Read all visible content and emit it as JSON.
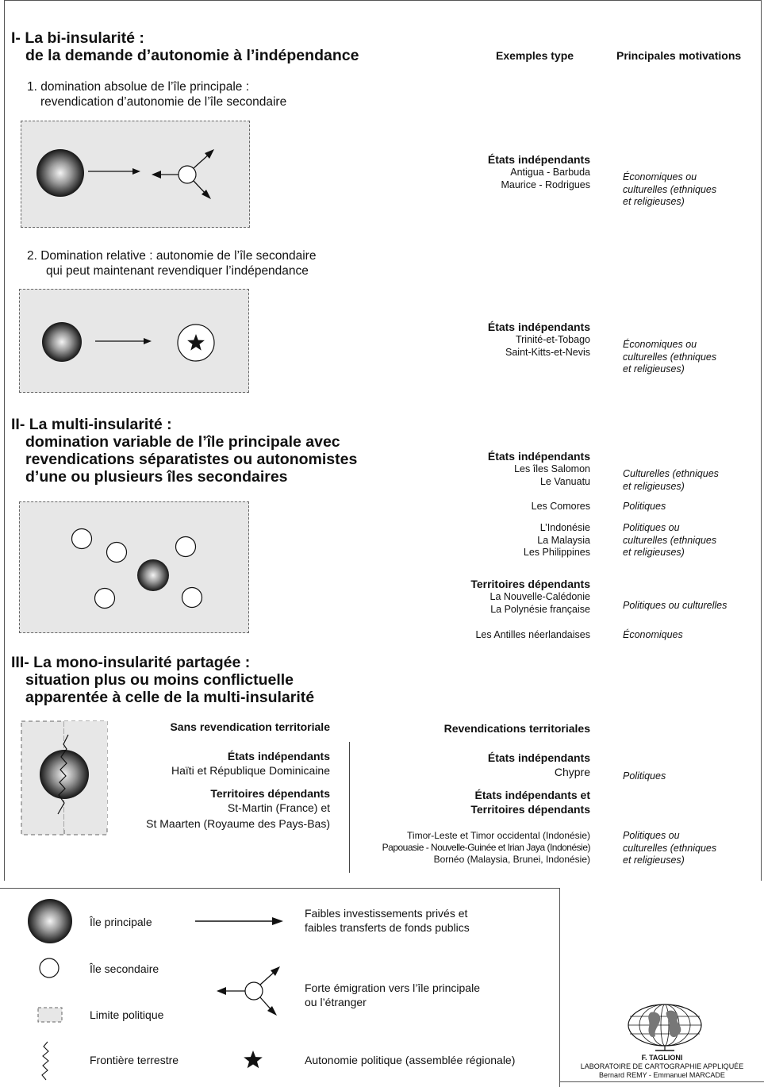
{
  "section1": {
    "title_line1": "I- La bi-insularité :",
    "title_line2": "de la demande d’autonomie à l’indépendance",
    "sub1_line1": "1. domination absolue de l’île principale :",
    "sub1_line2": "revendication d’autonomie de l’île secondaire",
    "sub2_line1": "2. Domination relative  : autonomie de l’île secondaire",
    "sub2_line2": "qui peut maintenant revendiquer l’indépendance"
  },
  "columns": {
    "examples": "Exemples type",
    "motivations": "Principales motivations"
  },
  "block1": {
    "heading": "États indépendants",
    "items": [
      "Antigua - Barbuda",
      "Maurice - Rodrigues"
    ],
    "motivation": [
      "Économiques ou",
      "culturelles (ethniques",
      "et religieuses)"
    ]
  },
  "block2": {
    "heading": "États indépendants",
    "items": [
      "Trinité-et-Tobago",
      "Saint-Kitts-et-Nevis"
    ],
    "motivation": [
      "Économiques ou",
      "culturelles (ethniques",
      "et religieuses)"
    ]
  },
  "section2": {
    "title_line1": "II- La multi-insularité :",
    "title_line2": "domination variable de l’île principale avec",
    "title_line3": "revendications séparatistes ou autonomistes",
    "title_line4": "d’une ou plusieurs îles secondaires"
  },
  "block3": {
    "heading": "États indépendants",
    "group1": [
      "Les îles Salomon",
      "Le Vanuatu"
    ],
    "group1_mot": [
      "Culturelles (ethniques",
      "et religieuses)"
    ],
    "group2": [
      "Les Comores"
    ],
    "group2_mot": [
      "Politiques"
    ],
    "group3": [
      "L’Indonésie",
      "La Malaysia",
      "Les Philippines"
    ],
    "group3_mot": [
      "Politiques ou",
      "culturelles (ethniques",
      "et religieuses)"
    ],
    "heading2": "Territoires dépendants",
    "group4": [
      "La Nouvelle-Calédonie",
      "La Polynésie française"
    ],
    "group4_mot": [
      "Politiques ou culturelles"
    ],
    "group5": [
      "Les Antilles néerlandaises"
    ],
    "group5_mot": [
      "Économiques"
    ]
  },
  "section3": {
    "title_line1": "III- La mono-insularité partagée :",
    "title_line2": "situation plus ou moins conflictuelle",
    "title_line3": "apparentée à celle de la multi-insularité"
  },
  "left_col": {
    "heading": "Sans revendication territoriale",
    "sub1": "États indépendants",
    "sub1_item": "Haïti et République Dominicaine",
    "sub2": "Territoires dépendants",
    "sub2_items": [
      "St-Martin (France) et",
      "St Maarten (Royaume des Pays-Bas)"
    ]
  },
  "right_col": {
    "heading": "Revendications territoriales",
    "sub1": "États indépendants",
    "sub1_item": "Chypre",
    "sub1_mot": [
      "Politiques"
    ],
    "sub2_lines": [
      "États indépendants et",
      "Territoires dépendants"
    ],
    "sub2_items": [
      "Timor-Leste et Timor occidental (Indonésie)",
      "Papouasie - Nouvelle-Guinée et Irian Jaya (Indonésie)",
      "Bornéo (Malaysia, Brunei, Indonésie)"
    ],
    "sub2_mot": [
      "Politiques ou",
      "culturelles (ethniques",
      "et religieuses)"
    ]
  },
  "legend": {
    "main_island": "Île principale",
    "secondary_island": "Île secondaire",
    "political_limit": "Limite politique",
    "land_border": "Frontière terrestre",
    "arrow_label": [
      "Faibles investissements privés et",
      "faibles transferts de fonds publics"
    ],
    "emigration_label": [
      "Forte émigration vers l’île principale",
      "ou l’étranger"
    ],
    "star_label": "Autonomie politique (assemblée régionale)"
  },
  "credits": {
    "author": "F. TAGLIONI",
    "lab": "LABORATOIRE DE CARTOGRAPHIE APPLIQUÉE",
    "names": "Bernard REMY - Emmanuel MARCADE"
  },
  "colors": {
    "panel_fill": "#e7e7e7",
    "sphere_dark": "#1a1a1a",
    "sphere_light": "#f2f2f2"
  }
}
